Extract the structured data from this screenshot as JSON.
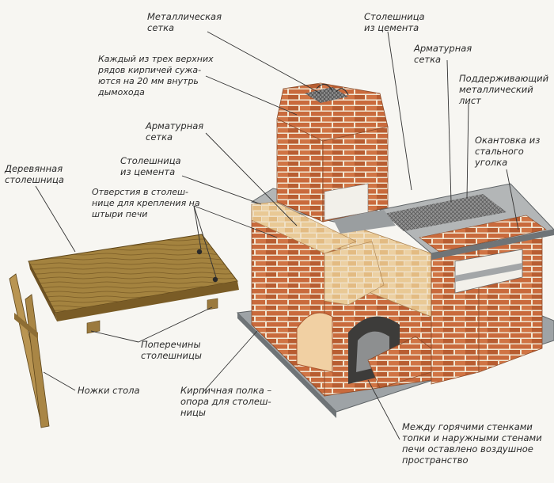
{
  "labels": {
    "metal_mesh": "Металлическая\nсетка",
    "top_rows": "Каждый из трех верхних\nрядов кирпичей сужа-\nются на 20 мм внутрь\nдымохода",
    "countertop_cement_top": "Столешница\nиз цемента",
    "rebar_mesh_right": "Арматурная\nсетка",
    "support_sheet": "Поддерживающий\nметаллический\nлист",
    "steel_angle": "Окантовка из\nстального\nуголка",
    "rebar_mesh_left": "Арматурная\nсетка",
    "countertop_cement_left": "Столешница\nиз цемента",
    "wooden_top": "Деревянная\nстолешница",
    "holes": "Отверстия в столеш-\nнице для крепления на\nштыри печи",
    "crossbars": "Поперечины\nстолешницы",
    "table_legs": "Ножки стола",
    "brick_shelf": "Кирпичная полка –\nопора для столеш-\nницы",
    "air_gap": "Между горячими стенками\nтопки и наружными стенами\nпечи оставлено воздушное\nпространство"
  },
  "colors": {
    "brick": "#c96a3c",
    "brick_dark": "#a9532b",
    "brick_light": "#efc48a",
    "mortar": "#f1e6d2",
    "slab": "#9ea3a6",
    "slab_dark": "#6f7477",
    "wood": "#9b7a3e",
    "wood_dark": "#6e5223",
    "leader": "#333333"
  }
}
